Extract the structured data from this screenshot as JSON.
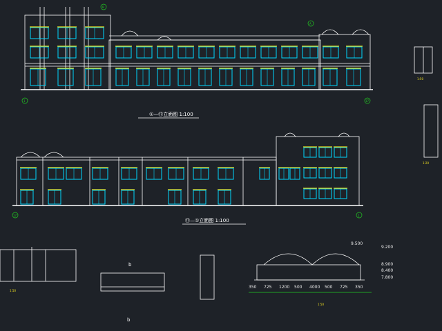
{
  "drawing": {
    "colors": {
      "background": "#1e2228",
      "outline": "#ffffff",
      "window_frame": "#00d8ff",
      "window_sill": "#f0e020",
      "leader": "#22cc22",
      "dimension": "#22cc22"
    },
    "titles": {
      "front": "①—⑰立面图 1:100",
      "rear": "⑰—①立面图 1:100",
      "detail_a": "1:50",
      "detail_b": "b",
      "detail_b_bottom": "b",
      "detail_4": "1:50",
      "side_detail": "1:50",
      "far_detail": "1:20"
    },
    "axis_marks": {
      "front_left": "1",
      "front_right": "17",
      "rear_left": "17",
      "rear_right": "1",
      "top_a": "A",
      "top_b": "B"
    },
    "elevation_marks": [
      "9.200",
      "8.900",
      "8.400",
      "7.800"
    ],
    "top_mark": "9.500",
    "dims_bottom": [
      "350",
      "725",
      "1200",
      "500",
      "4000",
      "500",
      "725",
      "350"
    ]
  }
}
